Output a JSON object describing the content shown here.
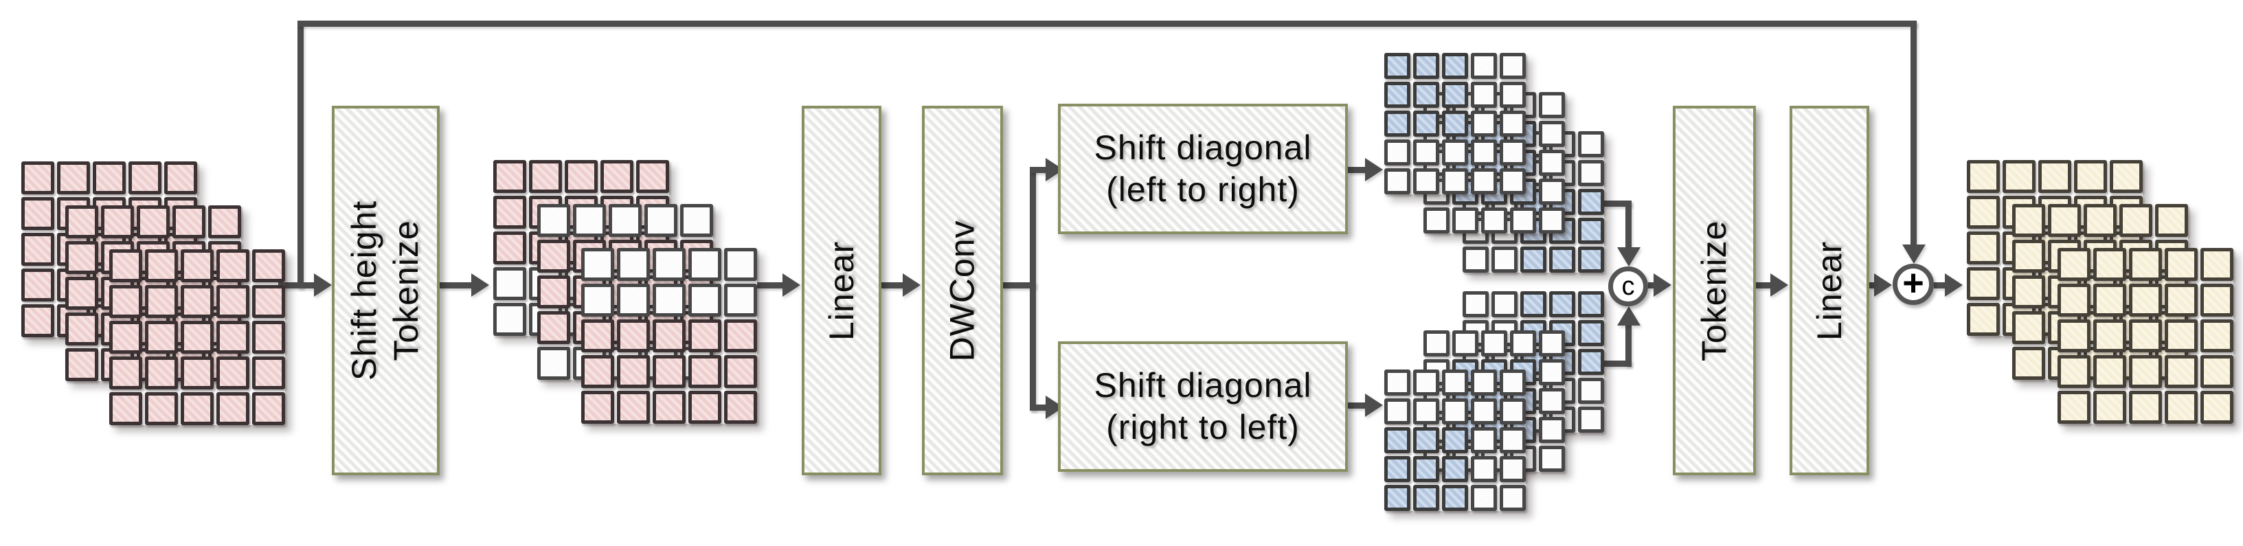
{
  "colors": {
    "pink": "#eecfce",
    "white": "#fcfcfc",
    "blue": "#b3c7e0",
    "cream": "#f6efd5",
    "box_fill": "#f4f4f2",
    "box_border": "#8a8f63",
    "line": "#4d4d4d"
  },
  "flow": {
    "boxes": {
      "shift_height_tokenize": {
        "line1": "Shift height",
        "line2": "Tokenize"
      },
      "linear_in": {
        "label": "Linear"
      },
      "dwconv": {
        "label": "DWConv"
      },
      "shift_diagonal_lr": {
        "line1": "Shift diagonal",
        "line2": "(left to right)"
      },
      "shift_diagonal_rl": {
        "line1": "Shift diagonal",
        "line2": "(right to left)"
      },
      "tokenize_out": {
        "label": "Tokenize"
      },
      "linear_out": {
        "label": "Linear"
      }
    },
    "operators": {
      "concat_label": "c",
      "add_label": "+"
    }
  },
  "grid_legend": {
    "P": "pink",
    "W": "white (empty/shifted-out)",
    "B": "blue (shifted block)",
    "Y": "cream"
  },
  "stacks": {
    "input": {
      "description": "input feature maps, 3 channels, 5x5, all pink",
      "layers": [
        {
          "rows": [
            "PPPPP",
            "PPPPP",
            "PPPPP",
            "PPPPP",
            "PPPPP"
          ]
        },
        {
          "rows": [
            "PPPPP",
            "PPPPP",
            "PPPPP",
            "PPPPP",
            "PPPPP"
          ]
        },
        {
          "rows": [
            "PPPPP",
            "PPPPP",
            "PPPPP",
            "PPPPP",
            "PPPPP"
          ]
        }
      ]
    },
    "shifted_height": {
      "description": "feature maps after height shift, 5x5",
      "layers": [
        {
          "rows": [
            "PPPPP",
            "PPPPP",
            "PPPPP",
            "WWWWW",
            "WWWWW"
          ]
        },
        {
          "rows": [
            "WWWWW",
            "PPPPP",
            "PPPPP",
            "PPPPP",
            "WWWWW"
          ]
        },
        {
          "rows": [
            "WWWWW",
            "WWWWW",
            "PPPPP",
            "PPPPP",
            "PPPPP"
          ]
        }
      ]
    },
    "diag_left_to_right": {
      "description": "blue 3x3 block moving top-left to bottom-right across channels",
      "layers": [
        {
          "rows": [
            "WWWWW",
            "WWWWW",
            "WWBBB",
            "WWBBB",
            "WWBBB"
          ]
        },
        {
          "rows": [
            "WWWWW",
            "WBBBW",
            "WBBBW",
            "WBBBW",
            "WWWWW"
          ]
        },
        {
          "rows": [
            "BBBWW",
            "BBBWW",
            "BBBWW",
            "WWWWW",
            "WWWWW"
          ]
        }
      ]
    },
    "diag_right_to_left": {
      "description": "blue 3x3 block moving top-right to bottom-left across channels",
      "layers": [
        {
          "rows": [
            "WWBBB",
            "WWBBB",
            "WWBBB",
            "WWWWW",
            "WWWWW"
          ]
        },
        {
          "rows": [
            "WWWWW",
            "WBBBW",
            "WBBBW",
            "WBBBW",
            "WWWWW"
          ]
        },
        {
          "rows": [
            "WWWWW",
            "WWWWW",
            "BBBWW",
            "BBBWW",
            "BBBWW"
          ]
        }
      ]
    },
    "output": {
      "description": "output feature maps, 3 channels, 5x5, all cream",
      "layers": [
        {
          "rows": [
            "YYYYY",
            "YYYYY",
            "YYYYY",
            "YYYYY",
            "YYYYY"
          ]
        },
        {
          "rows": [
            "YYYYY",
            "YYYYY",
            "YYYYY",
            "YYYYY",
            "YYYYY"
          ]
        },
        {
          "rows": [
            "YYYYY",
            "YYYYY",
            "YYYYY",
            "YYYYY",
            "YYYYY"
          ]
        }
      ]
    }
  }
}
